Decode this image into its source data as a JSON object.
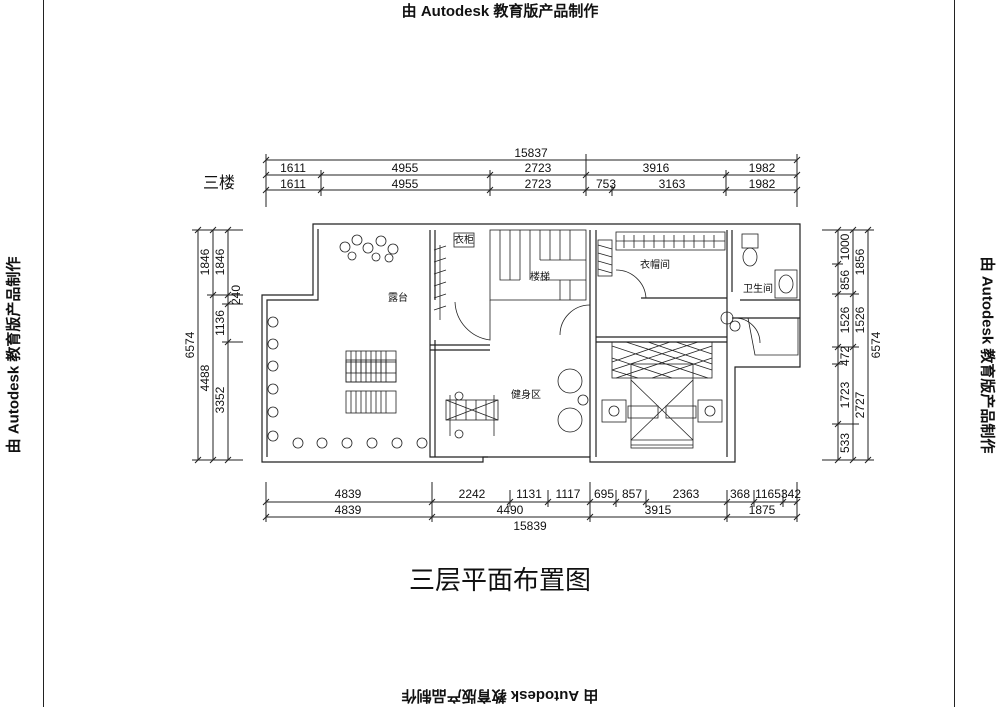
{
  "watermark": "由 Autodesk 教育版产品制作",
  "floor_label": "三楼",
  "caption": "三层平面布置图",
  "top_dims": {
    "total": "15837",
    "row1": [
      "1611",
      "4955",
      "2723",
      "3916",
      "1982"
    ],
    "row2": [
      "1611",
      "4955",
      "2723",
      "753",
      "3163",
      "1982"
    ]
  },
  "bottom_dims": {
    "row1": [
      "4839",
      "2242",
      "1131",
      "1117",
      "695",
      "857",
      "2363",
      "368",
      "1165",
      "342"
    ],
    "row2": [
      "4839",
      "4490",
      "3915",
      "1875"
    ],
    "total": "15839"
  },
  "left_dims": {
    "total": "6574",
    "col1": [
      "1846",
      "4488"
    ],
    "col2": [
      "1846",
      "240",
      "1136",
      "3352"
    ]
  },
  "right_dims": {
    "total": "6574",
    "col1": [
      "1000",
      "856",
      "1526",
      "472",
      "1723",
      "533"
    ],
    "col2": [
      "1856",
      "1526",
      "2727"
    ]
  },
  "rooms": {
    "terrace": "露台",
    "stairs": "楼梯",
    "fitness": "健身区",
    "cloakroom": "衣帽间",
    "bathroom": "卫生间",
    "cabinet": "衣柜"
  }
}
